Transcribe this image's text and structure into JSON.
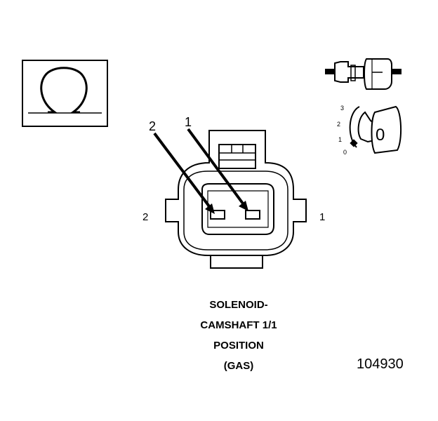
{
  "diagram": {
    "caption_lines": [
      "SOLENOID-",
      "CAMSHAFT 1/1",
      "POSITION",
      "(GAS)"
    ],
    "figure_number": "104930",
    "pin_callouts": [
      "2",
      "1"
    ],
    "side_labels": {
      "left": "2",
      "right": "1"
    },
    "rotation_scale": [
      "3",
      "2",
      "1",
      "0"
    ],
    "key_label": "0",
    "icons": [
      "ohm-symbol-icon",
      "inline-connector-icon",
      "rotary-key-icon"
    ]
  }
}
